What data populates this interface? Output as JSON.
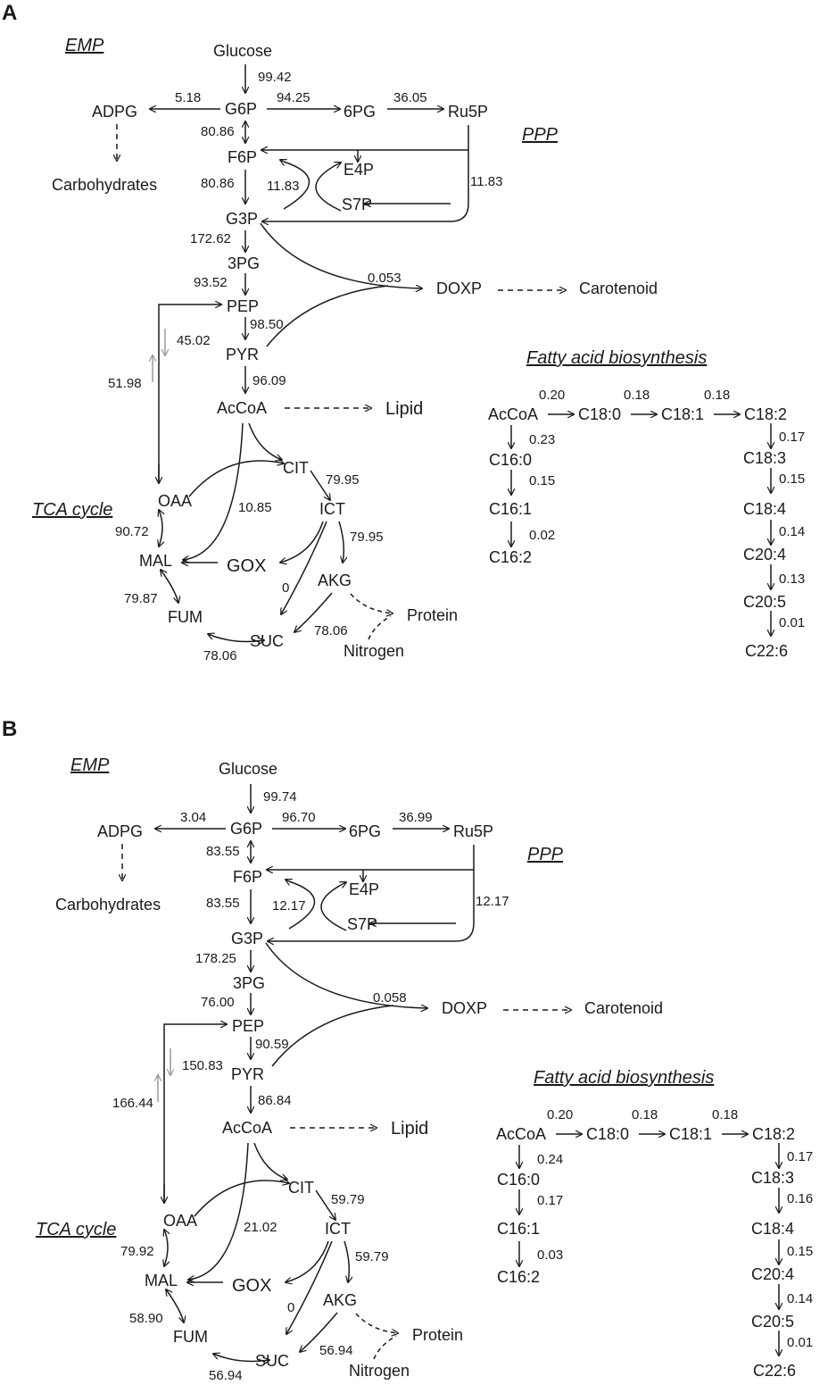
{
  "panels": [
    {
      "label": "A",
      "sections": {
        "emp": "EMP",
        "ppp": "PPP",
        "tca": "TCA cycle",
        "fatty": "Fatty acid biosynthesis"
      },
      "nodes": {
        "glucose": "Glucose",
        "g6p": "G6P",
        "adpg": "ADPG",
        "carbohydrates": "Carbohydrates",
        "pg6": "6PG",
        "ru5p": "Ru5P",
        "f6p": "F6P",
        "e4p": "E4P",
        "s7p": "S7P",
        "g3p": "G3P",
        "pg3": "3PG",
        "pep": "PEP",
        "pyr": "PYR",
        "doxp": "DOXP",
        "carotenoid": "Carotenoid",
        "accoa": "AcCoA",
        "lipid": "Lipid",
        "cit": "CIT",
        "oaa": "OAA",
        "ict": "ICT",
        "mal": "MAL",
        "gox": "GOX",
        "akg": "AKG",
        "fum": "FUM",
        "suc": "SUC",
        "protein": "Protein",
        "nitrogen": "Nitrogen"
      },
      "fluxes": {
        "glc_g6p": "99.42",
        "g6p_adpg": "5.18",
        "g6p_6pg": "94.25",
        "pg6_ru5p": "36.05",
        "g6p_f6p": "80.86",
        "f6p_g3p": "80.86",
        "transketolase": "11.83",
        "ru5p_g3p": "11.83",
        "g3p_3pg": "172.62",
        "g3p_doxp": "0.053",
        "pg3_pep": "93.52",
        "pep_pyr": "98.50",
        "pep_oaa": "45.02",
        "oaa_pep": "51.98",
        "pyr_accoa": "96.09",
        "cit_ict": "79.95",
        "glyoxylate": "10.85",
        "oaa_mal": "90.72",
        "ict_akg": "79.95",
        "ict_suc": "0",
        "mal_fum": "79.87",
        "akg_suc": "78.06",
        "fum_suc": "78.06"
      },
      "fatty": {
        "nodes": {
          "accoa": "AcCoA",
          "c180": "C18:0",
          "c181": "C18:1",
          "c182": "C18:2",
          "c160": "C16:0",
          "c161": "C16:1",
          "c162": "C16:2",
          "c183": "C18:3",
          "c184": "C18:4",
          "c204": "C20:4",
          "c205": "C20:5",
          "c226": "C22:6"
        },
        "fluxes": {
          "accoa_c180": "0.20",
          "c180_c181": "0.18",
          "c181_c182": "0.18",
          "accoa_c160": "0.23",
          "c160_c161": "0.15",
          "c161_c162": "0.02",
          "c182_c183": "0.17",
          "c183_c184": "0.15",
          "c184_c204": "0.14",
          "c204_c205": "0.13",
          "c205_c226": "0.01"
        }
      }
    },
    {
      "label": "B",
      "sections": {
        "emp": "EMP",
        "ppp": "PPP",
        "tca": "TCA cycle",
        "fatty": "Fatty acid biosynthesis"
      },
      "nodes": {
        "glucose": "Glucose",
        "g6p": "G6P",
        "adpg": "ADPG",
        "carbohydrates": "Carbohydrates",
        "pg6": "6PG",
        "ru5p": "Ru5P",
        "f6p": "F6P",
        "e4p": "E4P",
        "s7p": "S7P",
        "g3p": "G3P",
        "pg3": "3PG",
        "pep": "PEP",
        "pyr": "PYR",
        "doxp": "DOXP",
        "carotenoid": "Carotenoid",
        "accoa": "AcCoA",
        "lipid": "Lipid",
        "cit": "CIT",
        "oaa": "OAA",
        "ict": "ICT",
        "mal": "MAL",
        "gox": "GOX",
        "akg": "AKG",
        "fum": "FUM",
        "suc": "SUC",
        "protein": "Protein",
        "nitrogen": "Nitrogen"
      },
      "fluxes": {
        "glc_g6p": "99.74",
        "g6p_adpg": "3.04",
        "g6p_6pg": "96.70",
        "pg6_ru5p": "36.99",
        "g6p_f6p": "83.55",
        "f6p_g3p": "83.55",
        "transketolase": "12.17",
        "ru5p_g3p": "12.17",
        "g3p_3pg": "178.25",
        "g3p_doxp": "0.058",
        "pg3_pep": "76.00",
        "pep_pyr": "90.59",
        "pep_oaa": "150.83",
        "oaa_pep": "166.44",
        "pyr_accoa": "86.84",
        "cit_ict": "59.79",
        "glyoxylate": "21.02",
        "oaa_mal": "79.92",
        "ict_akg": "59.79",
        "ict_suc": "0",
        "mal_fum": "58.90",
        "akg_suc": "56.94",
        "fum_suc": "56.94"
      },
      "fatty": {
        "nodes": {
          "accoa": "AcCoA",
          "c180": "C18:0",
          "c181": "C18:1",
          "c182": "C18:2",
          "c160": "C16:0",
          "c161": "C16:1",
          "c162": "C16:2",
          "c183": "C18:3",
          "c184": "C18:4",
          "c204": "C20:4",
          "c205": "C20:5",
          "c226": "C22:6"
        },
        "fluxes": {
          "accoa_c180": "0.20",
          "c180_c181": "0.18",
          "c181_c182": "0.18",
          "accoa_c160": "0.24",
          "c160_c161": "0.17",
          "c161_c162": "0.03",
          "c182_c183": "0.17",
          "c183_c184": "0.16",
          "c184_c204": "0.15",
          "c204_c205": "0.14",
          "c205_c226": "0.01"
        }
      }
    }
  ]
}
